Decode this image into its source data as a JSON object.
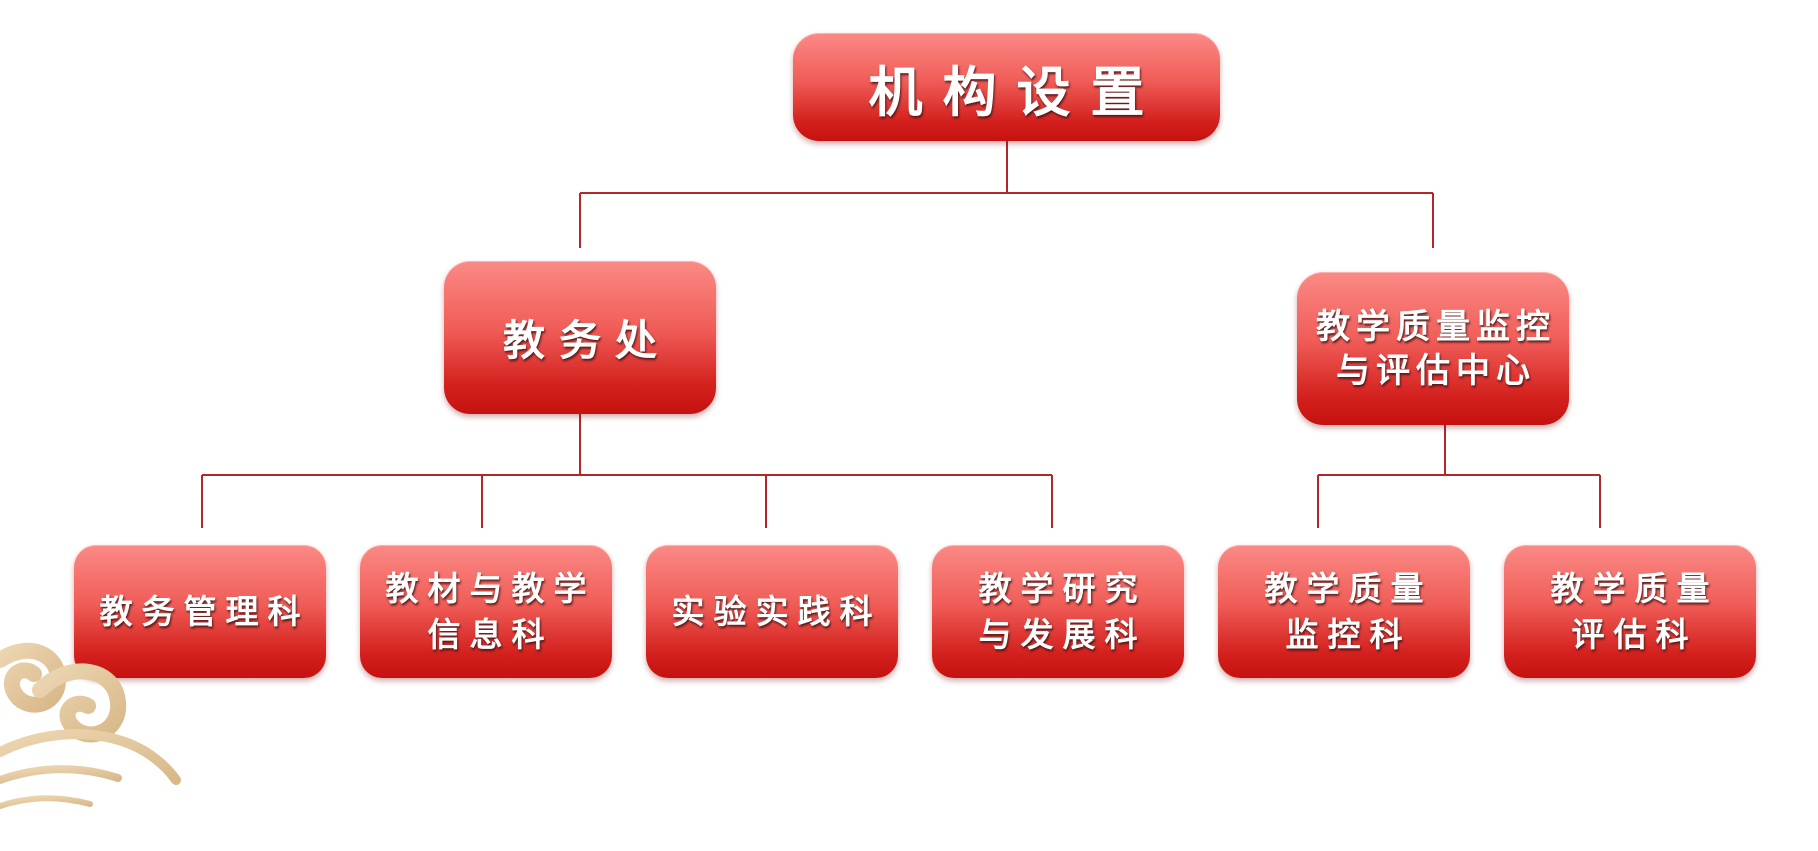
{
  "title": "机构设置",
  "nodes": {
    "jiaowuchu": "教务处",
    "center": [
      "教学质量监控",
      "与评估中心"
    ],
    "leaves": [
      [
        "教务管理科"
      ],
      [
        "教材与教学",
        "信息科"
      ],
      [
        "实验实践科"
      ],
      [
        "教学研究",
        "与发展科"
      ],
      [
        "教学质量",
        "监控科"
      ],
      [
        "教学质量",
        "评估科"
      ]
    ]
  },
  "colors": {
    "box_top": "#fb8a86",
    "box_bottom": "#c6120f",
    "connector": "#b3262a",
    "cloud_ornament": "#e3c9a0"
  },
  "icons": [
    "auspicious-cloud-ornament"
  ]
}
